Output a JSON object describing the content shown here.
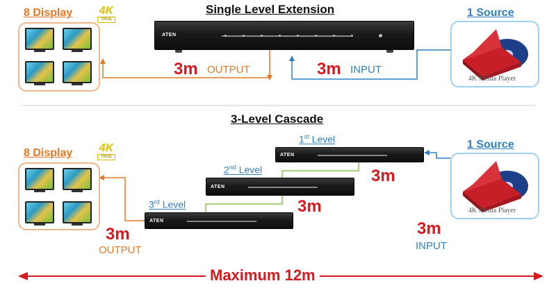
{
  "single": {
    "title": "Single Level Extension",
    "display_caption": "8 Display",
    "source_caption": "1 Source",
    "output_len": "3m",
    "output_label": "OUTPUT",
    "input_len": "3m",
    "input_label": "INPUT",
    "player_label": "4K Media Player"
  },
  "cascade": {
    "title": "3-Level Cascade",
    "display_caption": "8 Display",
    "source_caption": "1 Source",
    "level1_num": "1",
    "level1_sup": "st",
    "level1_word": "Level",
    "level2_num": "2",
    "level2_sup": "nd",
    "level2_word": "Level",
    "level3_num": "3",
    "level3_sup": "rd",
    "level3_word": "Level",
    "len_l1_l2": "3m",
    "len_l2_l3": "3m",
    "output_len": "3m",
    "output_label": "OUTPUT",
    "input_len": "3m",
    "input_label": "INPUT",
    "player_label": "4K Media Player"
  },
  "badge": {
    "k": "4K",
    "true": "TRUE"
  },
  "device": {
    "logo": "ATEN"
  },
  "footer": {
    "maximum": "Maximum 12m"
  },
  "colors": {
    "orange": "#e87722",
    "blue": "#2f7fc1",
    "red": "#d71920",
    "green": "#8cc152"
  },
  "icons": [
    "tv-icon",
    "media-player-icon",
    "4k-badge-icon",
    "hdmi-splitter-icon"
  ]
}
